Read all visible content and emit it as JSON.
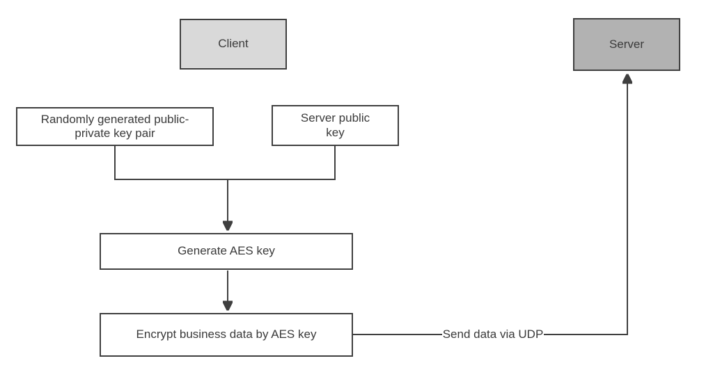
{
  "diagram": {
    "nodes": {
      "client": {
        "label": "Client"
      },
      "server": {
        "label": "Server"
      },
      "keypair": {
        "label": "Randomly generated public-private key pair"
      },
      "server_public_key": {
        "label": "Server public key"
      },
      "generate_aes_key": {
        "label": "Generate AES key"
      },
      "encrypt_business_data": {
        "label": "Encrypt business data by AES key"
      }
    },
    "edges": {
      "send_data_via_udp": {
        "label": "Send data via UDP"
      }
    },
    "colors": {
      "line": "#3f3f3f",
      "text": "#3a3a3a",
      "client_fill": "#d9d9d9",
      "server_fill": "#b2b2b2",
      "process_fill": "#ffffff",
      "background": "#ffffff"
    }
  }
}
